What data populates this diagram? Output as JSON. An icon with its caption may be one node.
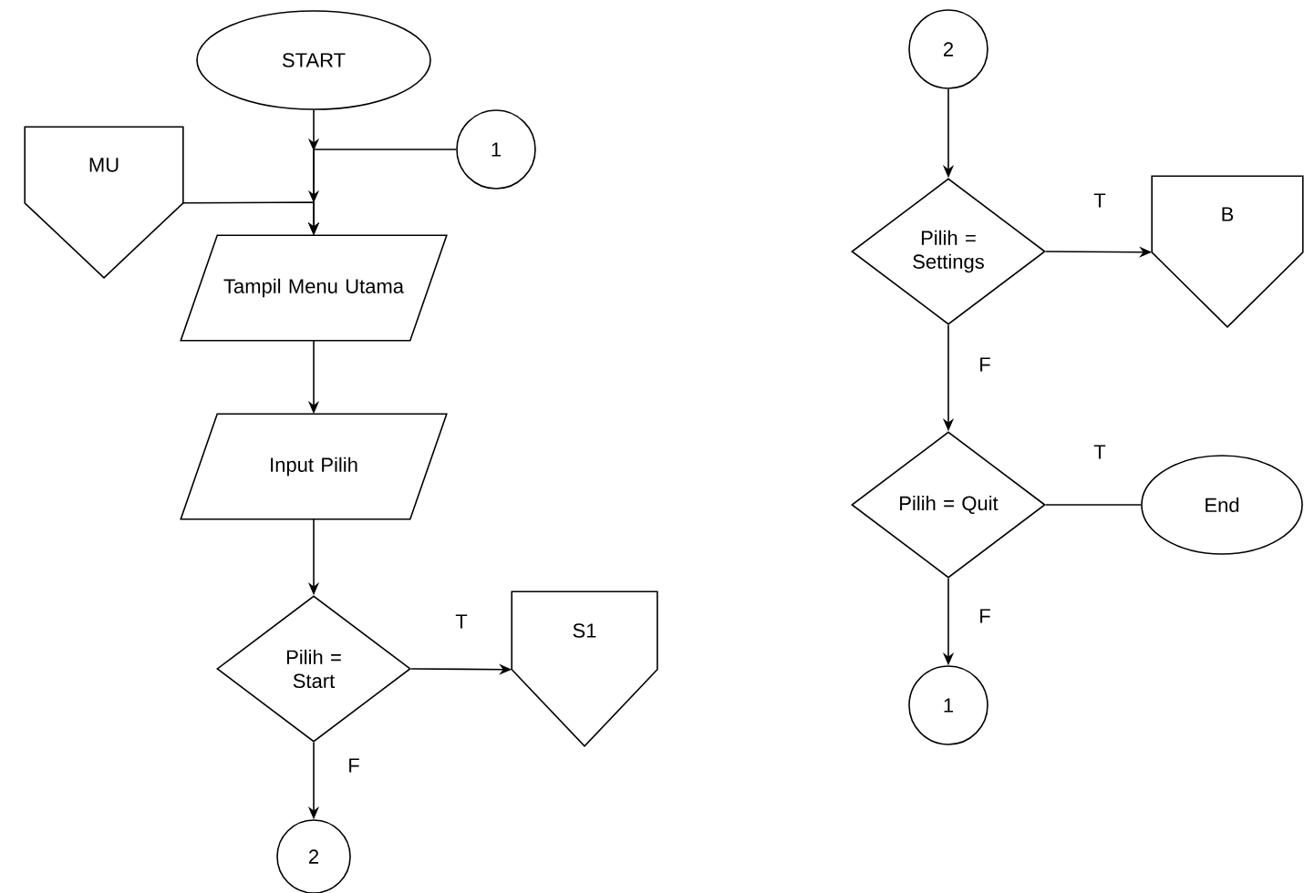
{
  "diagram": {
    "nodes": [
      {
        "text": [
          "START"
        ]
      },
      {
        "text": [
          "1"
        ]
      },
      {
        "text": [
          "MU"
        ]
      },
      {
        "text": [
          "Tampil Menu Utama"
        ]
      },
      {
        "text": [
          "Input Pilih"
        ]
      },
      {
        "text": [
          "Pilih = Start"
        ]
      },
      {
        "text": [
          "S1"
        ]
      },
      {
        "text": [
          "2"
        ]
      },
      {
        "text": [
          "2"
        ]
      },
      {
        "text": [
          "Pilih = Settings"
        ]
      },
      {
        "text": [
          "B"
        ]
      },
      {
        "text": [
          "Pilih = Quit"
        ]
      },
      {
        "text": [
          "End"
        ]
      },
      {
        "text": [
          "1"
        ]
      }
    ],
    "edges": [
      {
        "from": 0,
        "to": 3,
        "arrow": "to"
      },
      {
        "from": 1,
        "to": 3,
        "arrow": "to"
      },
      {
        "from": 2,
        "to": 3,
        "arrow": "to"
      },
      {
        "from": 3,
        "to": 4,
        "arrow": "to"
      },
      {
        "from": 4,
        "to": 5,
        "arrow": "to"
      },
      {
        "from": 5,
        "to": 6,
        "arrow": "to",
        "label": "T"
      },
      {
        "from": 5,
        "to": 7,
        "arrow": "to",
        "label": "F"
      },
      {
        "from": 8,
        "to": 9,
        "arrow": "to"
      },
      {
        "from": 9,
        "to": 10,
        "arrow": "to",
        "label": "T"
      },
      {
        "from": 9,
        "to": 11,
        "arrow": "to",
        "label": "F"
      },
      {
        "from": 11,
        "to": 12,
        "arrow": "none",
        "label": "T"
      },
      {
        "from": 11,
        "to": 13,
        "arrow": "to",
        "label": "F"
      }
    ]
  }
}
